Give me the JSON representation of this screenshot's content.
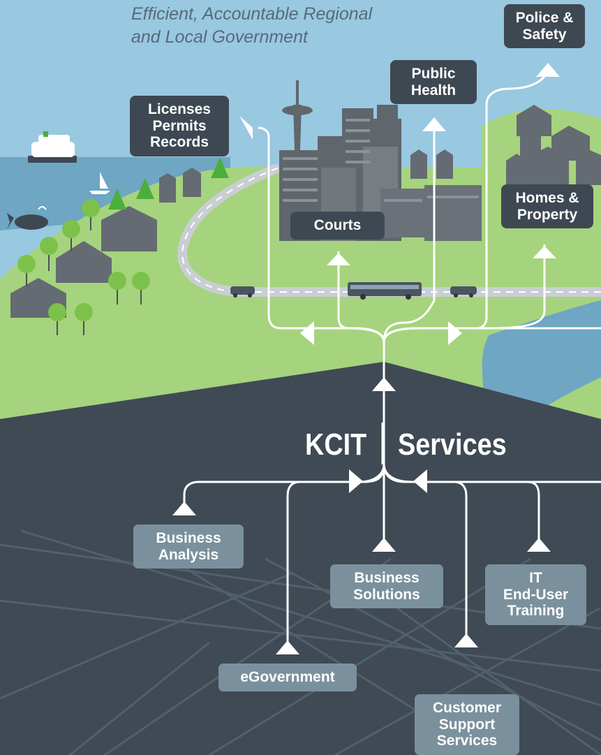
{
  "subtitle": {
    "line1": "Efficient, Accountable Regional",
    "line2": "and Local Government"
  },
  "heading": {
    "left": "KCIT",
    "right": "Services"
  },
  "destinations": {
    "police_safety": [
      "Police &",
      "Safety"
    ],
    "public_health": [
      "Public",
      "Health"
    ],
    "licenses": [
      "Licenses",
      "Permits",
      "Records"
    ],
    "courts": [
      "Courts"
    ],
    "homes_property": [
      "Homes &",
      "Property"
    ]
  },
  "services": {
    "business_analysis": [
      "Business",
      "Analysis"
    ],
    "business_solutions": [
      "Business",
      "Solutions"
    ],
    "it_training": [
      "IT",
      "End-User",
      "Training"
    ],
    "egovernment": [
      "eGovernment"
    ],
    "customer_support": [
      "Customer",
      "Support",
      "Services"
    ]
  },
  "colors": {
    "sky": "#99c8e1",
    "water": "#6ea6c3",
    "grass": "#a6d37d",
    "dark_panel": "#3f4a55",
    "label_dark": "#3e4852",
    "label_light": "#7b909d",
    "building": "#6a7178",
    "arrow": "#ffffff"
  }
}
